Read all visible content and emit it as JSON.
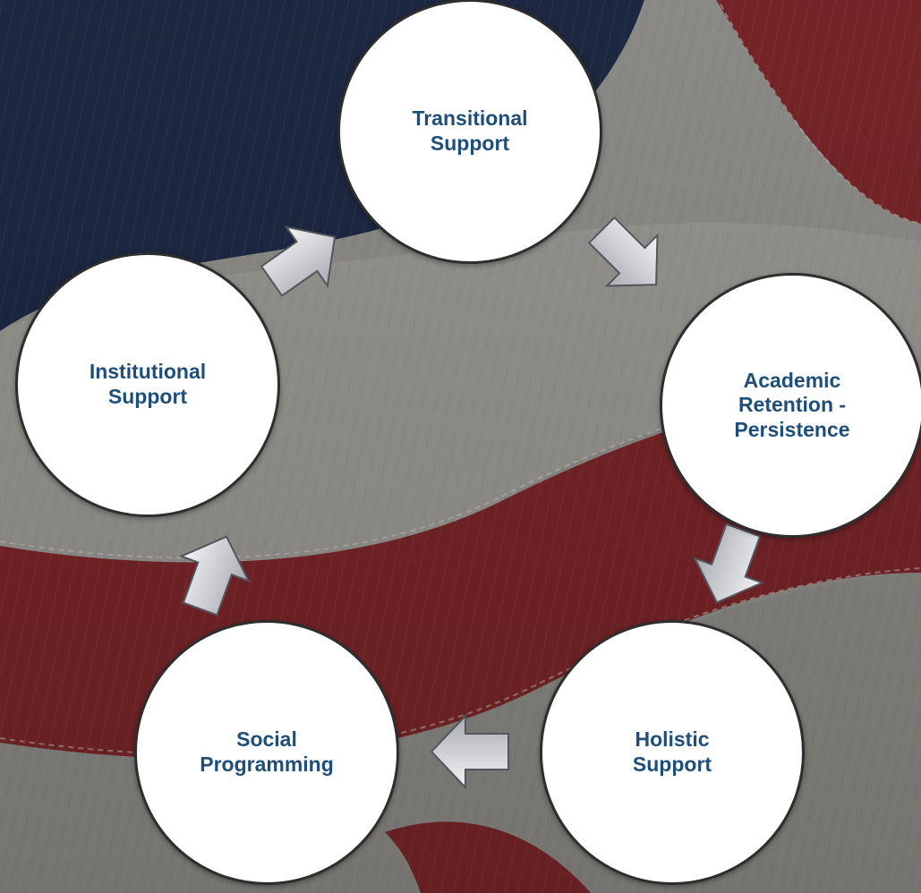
{
  "colors": {
    "label": "#1f4e79",
    "node_fill": "#ffffff",
    "node_border": "#2e2e2e",
    "arrow_fill_top": "#f4f4f6",
    "arrow_fill_bottom": "#a9aab2",
    "flag_blue": "#22304f",
    "flag_red": "#8e2c30",
    "flag_white": "#a8a7a2"
  },
  "cycle": {
    "nodes": [
      {
        "id": "transitional",
        "label": "Transitional\nSupport"
      },
      {
        "id": "academic",
        "label": "Academic\nRetention -\nPersistence"
      },
      {
        "id": "holistic",
        "label": "Holistic\nSupport"
      },
      {
        "id": "social",
        "label": "Social\nProgramming"
      },
      {
        "id": "institutional",
        "label": "Institutional\nSupport"
      }
    ],
    "connector_icon": "block-arrow-icon"
  },
  "background": {
    "description_icon": "american-flag-texture"
  }
}
